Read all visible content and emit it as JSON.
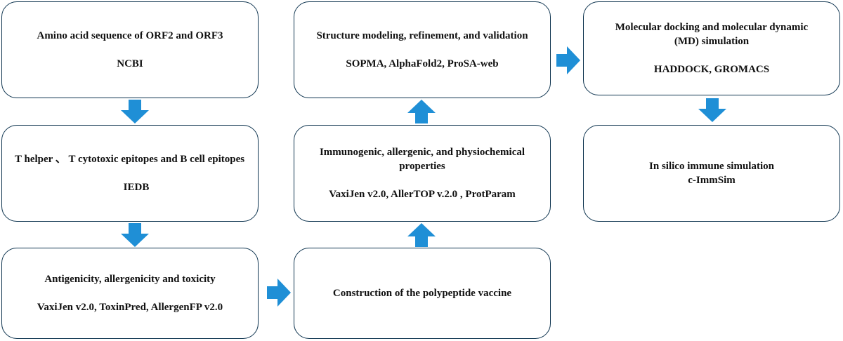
{
  "boxes": {
    "b1": {
      "title": "Amino acid sequence of ORF2 and ORF3",
      "tools": "NCBI"
    },
    "b2": {
      "title": "T helper 、 T cytotoxic epitopes and B cell epitopes",
      "tools": "IEDB"
    },
    "b3": {
      "title": "Antigenicity, allergenicity and toxicity",
      "tools": "VaxiJen v2.0, ToxinPred, AllergenFP v2.0"
    },
    "b4": {
      "title": "Construction of the polypeptide vaccine"
    },
    "b5": {
      "title_line1": "Immunogenic, allergenic, and physiochemical",
      "title_line2": "properties",
      "tools": "VaxiJen v2.0, AllerTOP v.2.0 , ProtParam"
    },
    "b6": {
      "title": "Structure modeling, refinement, and validation",
      "tools": "SOPMA, AlphaFold2, ProSA-web"
    },
    "b7": {
      "title_line1": "Molecular docking and molecular dynamic",
      "title_line2": "(MD) simulation",
      "tools": "HADDOCK, GROMACS"
    },
    "b8": {
      "title": "In silico immune simulation",
      "tools": "c-ImmSim"
    }
  },
  "arrow_color": "#1f8fd6"
}
